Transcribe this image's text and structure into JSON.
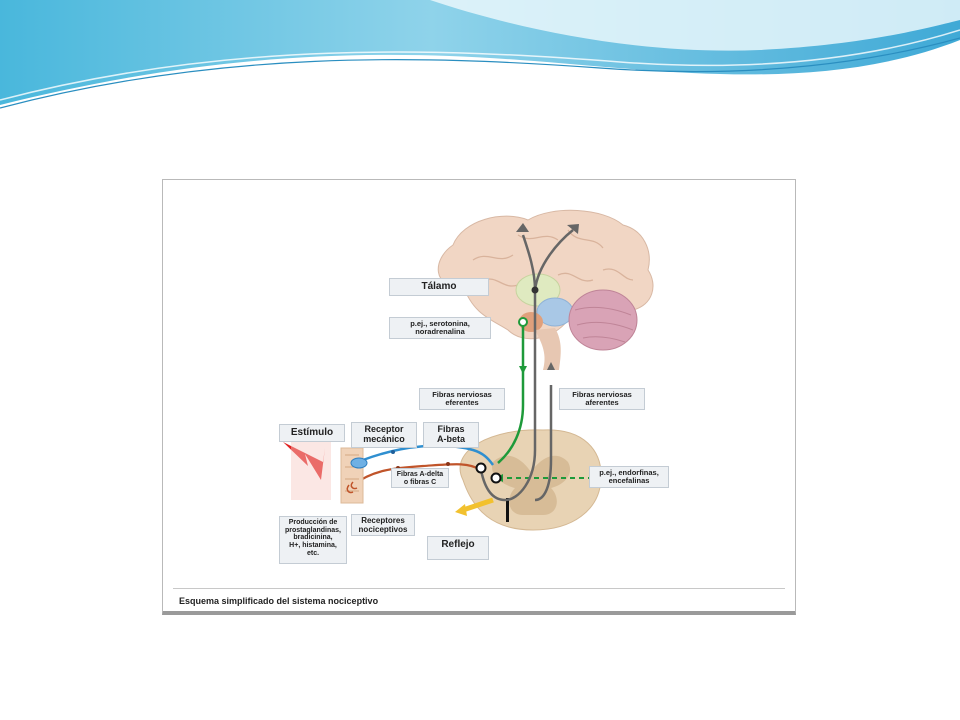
{
  "diagram": {
    "labels": {
      "talamo": "Tálamo",
      "serotonina": "p.ej., serotonina,\nnoradrenalina",
      "eferentes": "Fibras nerviosas\neferentes",
      "aferentes": "Fibras nerviosas\naferentes",
      "estimulo": "Estímulo",
      "receptor_mecanico": "Receptor\nmecánico",
      "fibras_abeta": "Fibras\nA-beta",
      "fibras_adelta": "Fibras A-delta\no fibras C",
      "endorfinas": "p.ej., endorfinas,\nencefalinas",
      "produccion": "Producción de\nprostaglandinas,\nbradicinina,\nH+, histamina,\netc.",
      "receptores_nociceptivos": "Receptores\nnociceptivos",
      "reflejo": "Reflejo"
    },
    "caption": "Esquema simplificado del sistema nociceptivo"
  },
  "colors": {
    "efferent": "#1e9a3a",
    "afferent": "#666666",
    "abeta": "#2f8fd0",
    "adelta": "#c0542a",
    "reflex": "#f2c12e",
    "stimulus": "#e02020",
    "brain": "#f1d6c4",
    "cerebellum": "#d9a3b6",
    "spinal": "#e8d3b4"
  }
}
